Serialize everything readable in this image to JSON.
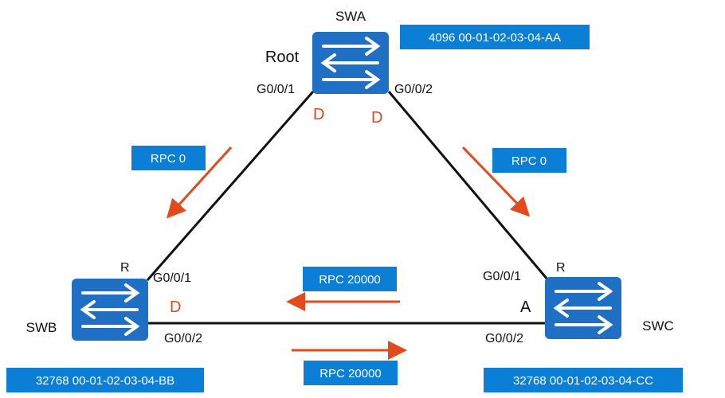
{
  "diagram": {
    "switches": {
      "swa": {
        "name": "SWA",
        "role": "Root",
        "bridge_id": "4096 00-01-02-03-04-AA"
      },
      "swb": {
        "name": "SWB",
        "bridge_id": "32768 00-01-02-03-04-BB"
      },
      "swc": {
        "name": "SWC",
        "bridge_id": "32768 00-01-02-03-04-CC"
      }
    },
    "ports": {
      "swa_g001": "G0/0/1",
      "swa_g002": "G0/0/2",
      "swb_g001": "G0/0/1",
      "swb_g002": "G0/0/2",
      "swc_g001": "G0/0/1",
      "swc_g002": "G0/0/2"
    },
    "port_roles": {
      "swa_g001": "D",
      "swa_g002": "D",
      "swb_g001": "R",
      "swb_g002": "D",
      "swc_g001": "R",
      "swc_g002": "A"
    },
    "rpc_labels": {
      "swa_to_swb": "RPC 0",
      "swa_to_swc": "RPC 0",
      "swc_to_swb": "RPC 20000",
      "swb_to_swc": "RPC 20000"
    },
    "colors": {
      "switch_blue": "#1f6fc4",
      "box_blue": "#0b7fd6",
      "arrow_orange": "#e04a1c",
      "link_black": "#111111"
    }
  }
}
